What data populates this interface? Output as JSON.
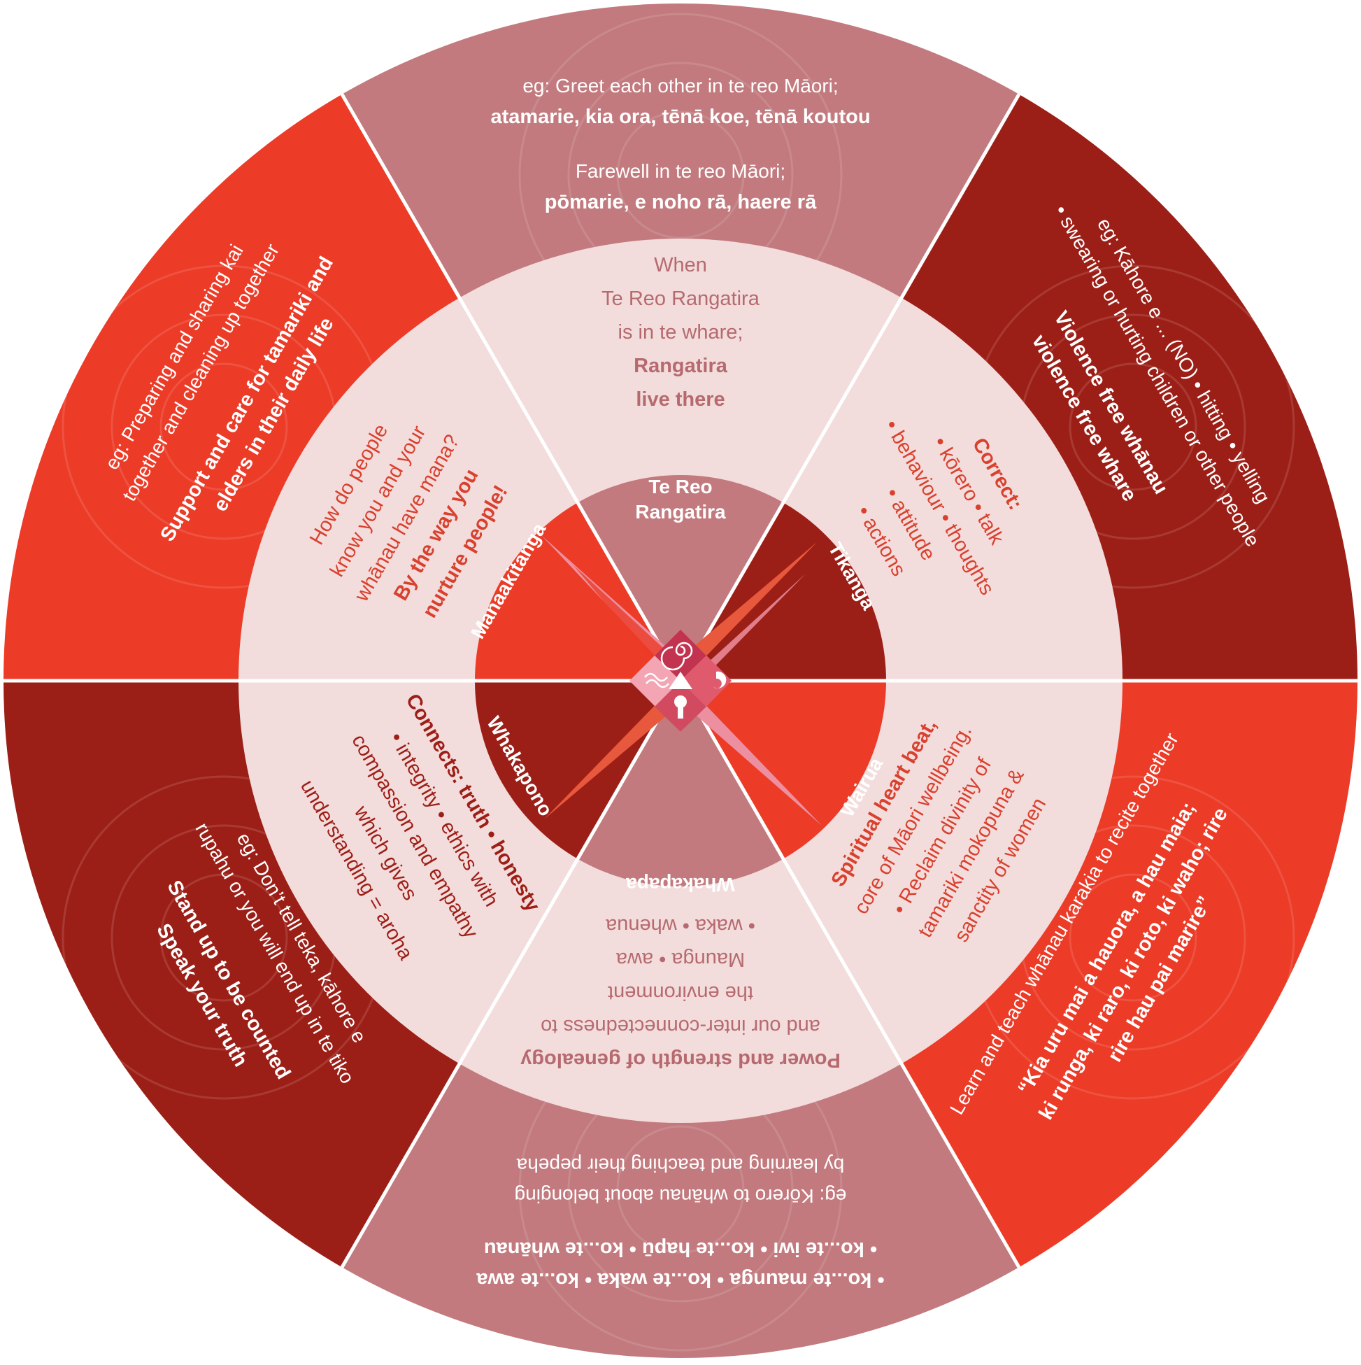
{
  "colors": {
    "white": "#ffffff",
    "rose": "#c27a7e",
    "rose_light": "#f3dcdc",
    "orange_red": "#ec3b27",
    "dark_red": "#9c1f17",
    "pink_star": "#ec8fa0",
    "orange_star": "#e8583c",
    "mid_text_rose": "#b66a6f",
    "mid_text_red": "#d8412e",
    "mid_text_dark": "#9c1f17"
  },
  "sectors": [
    {
      "id": "te-reo-rangatira",
      "orientation": "upright",
      "inner_label": [
        "Te Reo",
        "Rangatira"
      ],
      "middle_text": [
        {
          "text": "When",
          "bold": false
        },
        {
          "text": "Te Reo Rangatira",
          "bold": false
        },
        {
          "text": "is in te whare;",
          "bold": false
        },
        {
          "text": "Rangatira",
          "bold": true
        },
        {
          "text": "live there",
          "bold": true
        }
      ],
      "outer_text": [
        {
          "text": "eg: Greet each other in te reo Māori;",
          "bold": false
        },
        {
          "text": "atamarie, kia ora, tēnā koe, tēnā koutou",
          "bold": true
        },
        {
          "text": "Farewell in te reo Māori;",
          "bold": false
        },
        {
          "text": "pōmarie, e noho rā, haere rā",
          "bold": true
        }
      ]
    },
    {
      "id": "tikanga",
      "orientation": "rotated",
      "inner_label": [
        "Tikanga"
      ],
      "middle_text": [
        {
          "text": "Correct:",
          "bold": true
        },
        {
          "text": "• kōrero • talk",
          "bold": false
        },
        {
          "text": "• behaviour • thoughts",
          "bold": false
        },
        {
          "text": "• attitude",
          "bold": false
        },
        {
          "text": "• actions",
          "bold": false
        }
      ],
      "outer_text": [
        {
          "text": "eg: Kāhore e ... (NO) • hitting • yelling",
          "bold": false
        },
        {
          "text": "• swearing or hurting children or other people",
          "bold": false
        },
        {
          "text": "Violence free whānau",
          "bold": true
        },
        {
          "text": "violence free whare",
          "bold": true
        }
      ]
    },
    {
      "id": "wairua",
      "orientation": "rotated",
      "inner_label": [
        "Wairua"
      ],
      "middle_text": [
        {
          "text": "Spiritual heart beat,",
          "bold": true
        },
        {
          "text": "core of Māori wellbeing.",
          "bold": false
        },
        {
          "text": "• Reclaim divinity of",
          "bold": false
        },
        {
          "text": "tamariki mokopuna &",
          "bold": false
        },
        {
          "text": "sanctity of women",
          "bold": false
        }
      ],
      "outer_text": [
        {
          "text": "Learn and teach whānau karakia to recite together",
          "bold": false
        },
        {
          "text": "“Kia uru mai a hauora, a hau maia;",
          "bold": true
        },
        {
          "text": "ki runga, ki raro, ki roto, ki waho; rire",
          "bold": true
        },
        {
          "text": "rire hau pai marire”",
          "bold": true
        }
      ]
    },
    {
      "id": "whakapapa",
      "orientation": "inverted",
      "inner_label": [
        "Whakapapa"
      ],
      "middle_text": [
        {
          "text": "Power and strength of genealogy",
          "bold": true
        },
        {
          "text": "and our inter-connectedness to",
          "bold": false
        },
        {
          "text": "the environment",
          "bold": false
        },
        {
          "text": "Maunga • awa",
          "bold": false
        },
        {
          "text": "• waka • whenua",
          "bold": false
        }
      ],
      "outer_text": [
        {
          "text": "• ko...te maunga • ko...te waka • ko...te awa",
          "bold": true
        },
        {
          "text": "• ko...te iwi • ko...te hapū • ko...te whānau",
          "bold": true
        },
        {
          "text": "eg: Kōrero to whānau about belonging",
          "bold": false
        },
        {
          "text": "by learning and teaching their pepeha",
          "bold": false
        }
      ]
    },
    {
      "id": "whakapono",
      "orientation": "rotated",
      "inner_label": [
        "Whakapono"
      ],
      "middle_text": [
        {
          "text": "Connects: truth • honesty",
          "bold": true
        },
        {
          "text": "• integrity • ethics with",
          "bold": false
        },
        {
          "text": "compassion and empathy",
          "bold": false
        },
        {
          "text": "which gives",
          "bold": false
        },
        {
          "text": "understanding = aroha",
          "bold": false
        }
      ],
      "outer_text": [
        {
          "text": "eg: Don’t tell teka, kāhore e",
          "bold": false
        },
        {
          "text": "rupahu or you will end up in te tiko",
          "bold": false
        },
        {
          "text": "Stand up to be counted",
          "bold": true
        },
        {
          "text": "Speak your truth",
          "bold": true
        }
      ]
    },
    {
      "id": "manaakitanga",
      "orientation": "rotated",
      "inner_label": [
        "Manaakitanga"
      ],
      "middle_text": [
        {
          "text": "How do people",
          "bold": false
        },
        {
          "text": "know you and your",
          "bold": false
        },
        {
          "text": "whānau have mana?",
          "bold": false
        },
        {
          "text": "By the way you",
          "bold": true
        },
        {
          "text": "nurture people!",
          "bold": true
        }
      ],
      "outer_text": [
        {
          "text": "eg: Preparing and sharing kai",
          "bold": false
        },
        {
          "text": "together and cleaning up together",
          "bold": false
        },
        {
          "text": "Support and care for tamariki and",
          "bold": true
        },
        {
          "text": "elders in their daily life",
          "bold": true
        }
      ]
    }
  ],
  "center_icons": [
    "spiral-icon",
    "wave-icon",
    "koru-icon",
    "mountain-icon",
    "tree-icon"
  ]
}
